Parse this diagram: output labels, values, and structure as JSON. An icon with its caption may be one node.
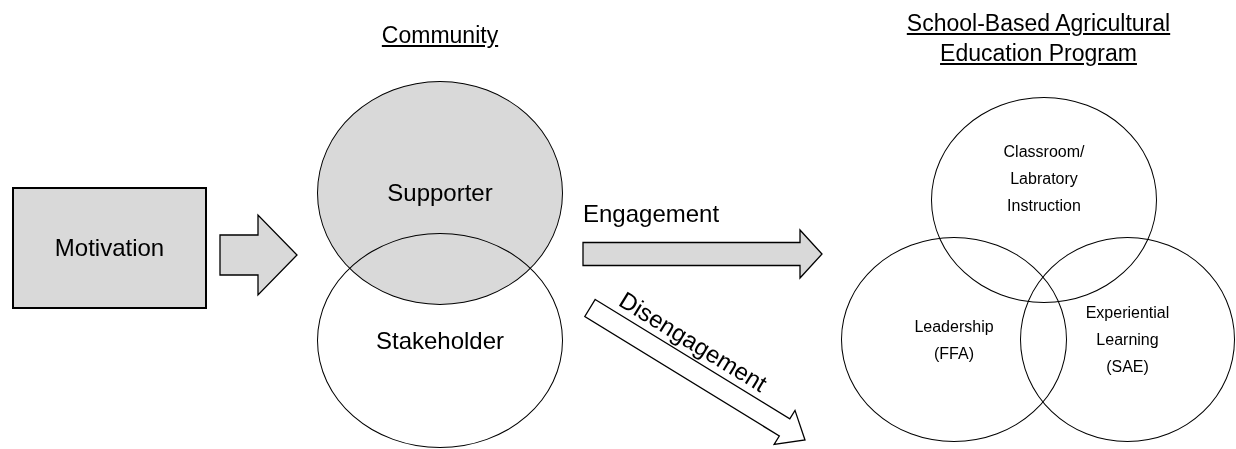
{
  "diagram": {
    "nodes": [
      {
        "text": [
          "Motivation"
        ]
      },
      {
        "text": [
          "Community"
        ]
      },
      {
        "text": [
          "Supporter"
        ],
        "in": 1
      },
      {
        "text": [
          "Stakeholder"
        ],
        "in": 1
      },
      {
        "text": [
          "School-Based Agricultural Education Program"
        ]
      },
      {
        "text": [
          "Classroom/ Labratory Instruction"
        ],
        "in": 4
      },
      {
        "text": [
          "Leadership (FFA)"
        ],
        "in": 4
      },
      {
        "text": [
          "Experiential Learning (SAE)"
        ],
        "in": 4
      }
    ],
    "edges": [
      {
        "from": 0,
        "to": 1,
        "arrow": "to"
      },
      {
        "from": 1,
        "to": 4,
        "arrow": "to",
        "label": "Engagement"
      },
      {
        "from": 1,
        "to": null,
        "arrow": "to",
        "label": "Disengagement",
        "color": "#ffffff"
      }
    ]
  }
}
